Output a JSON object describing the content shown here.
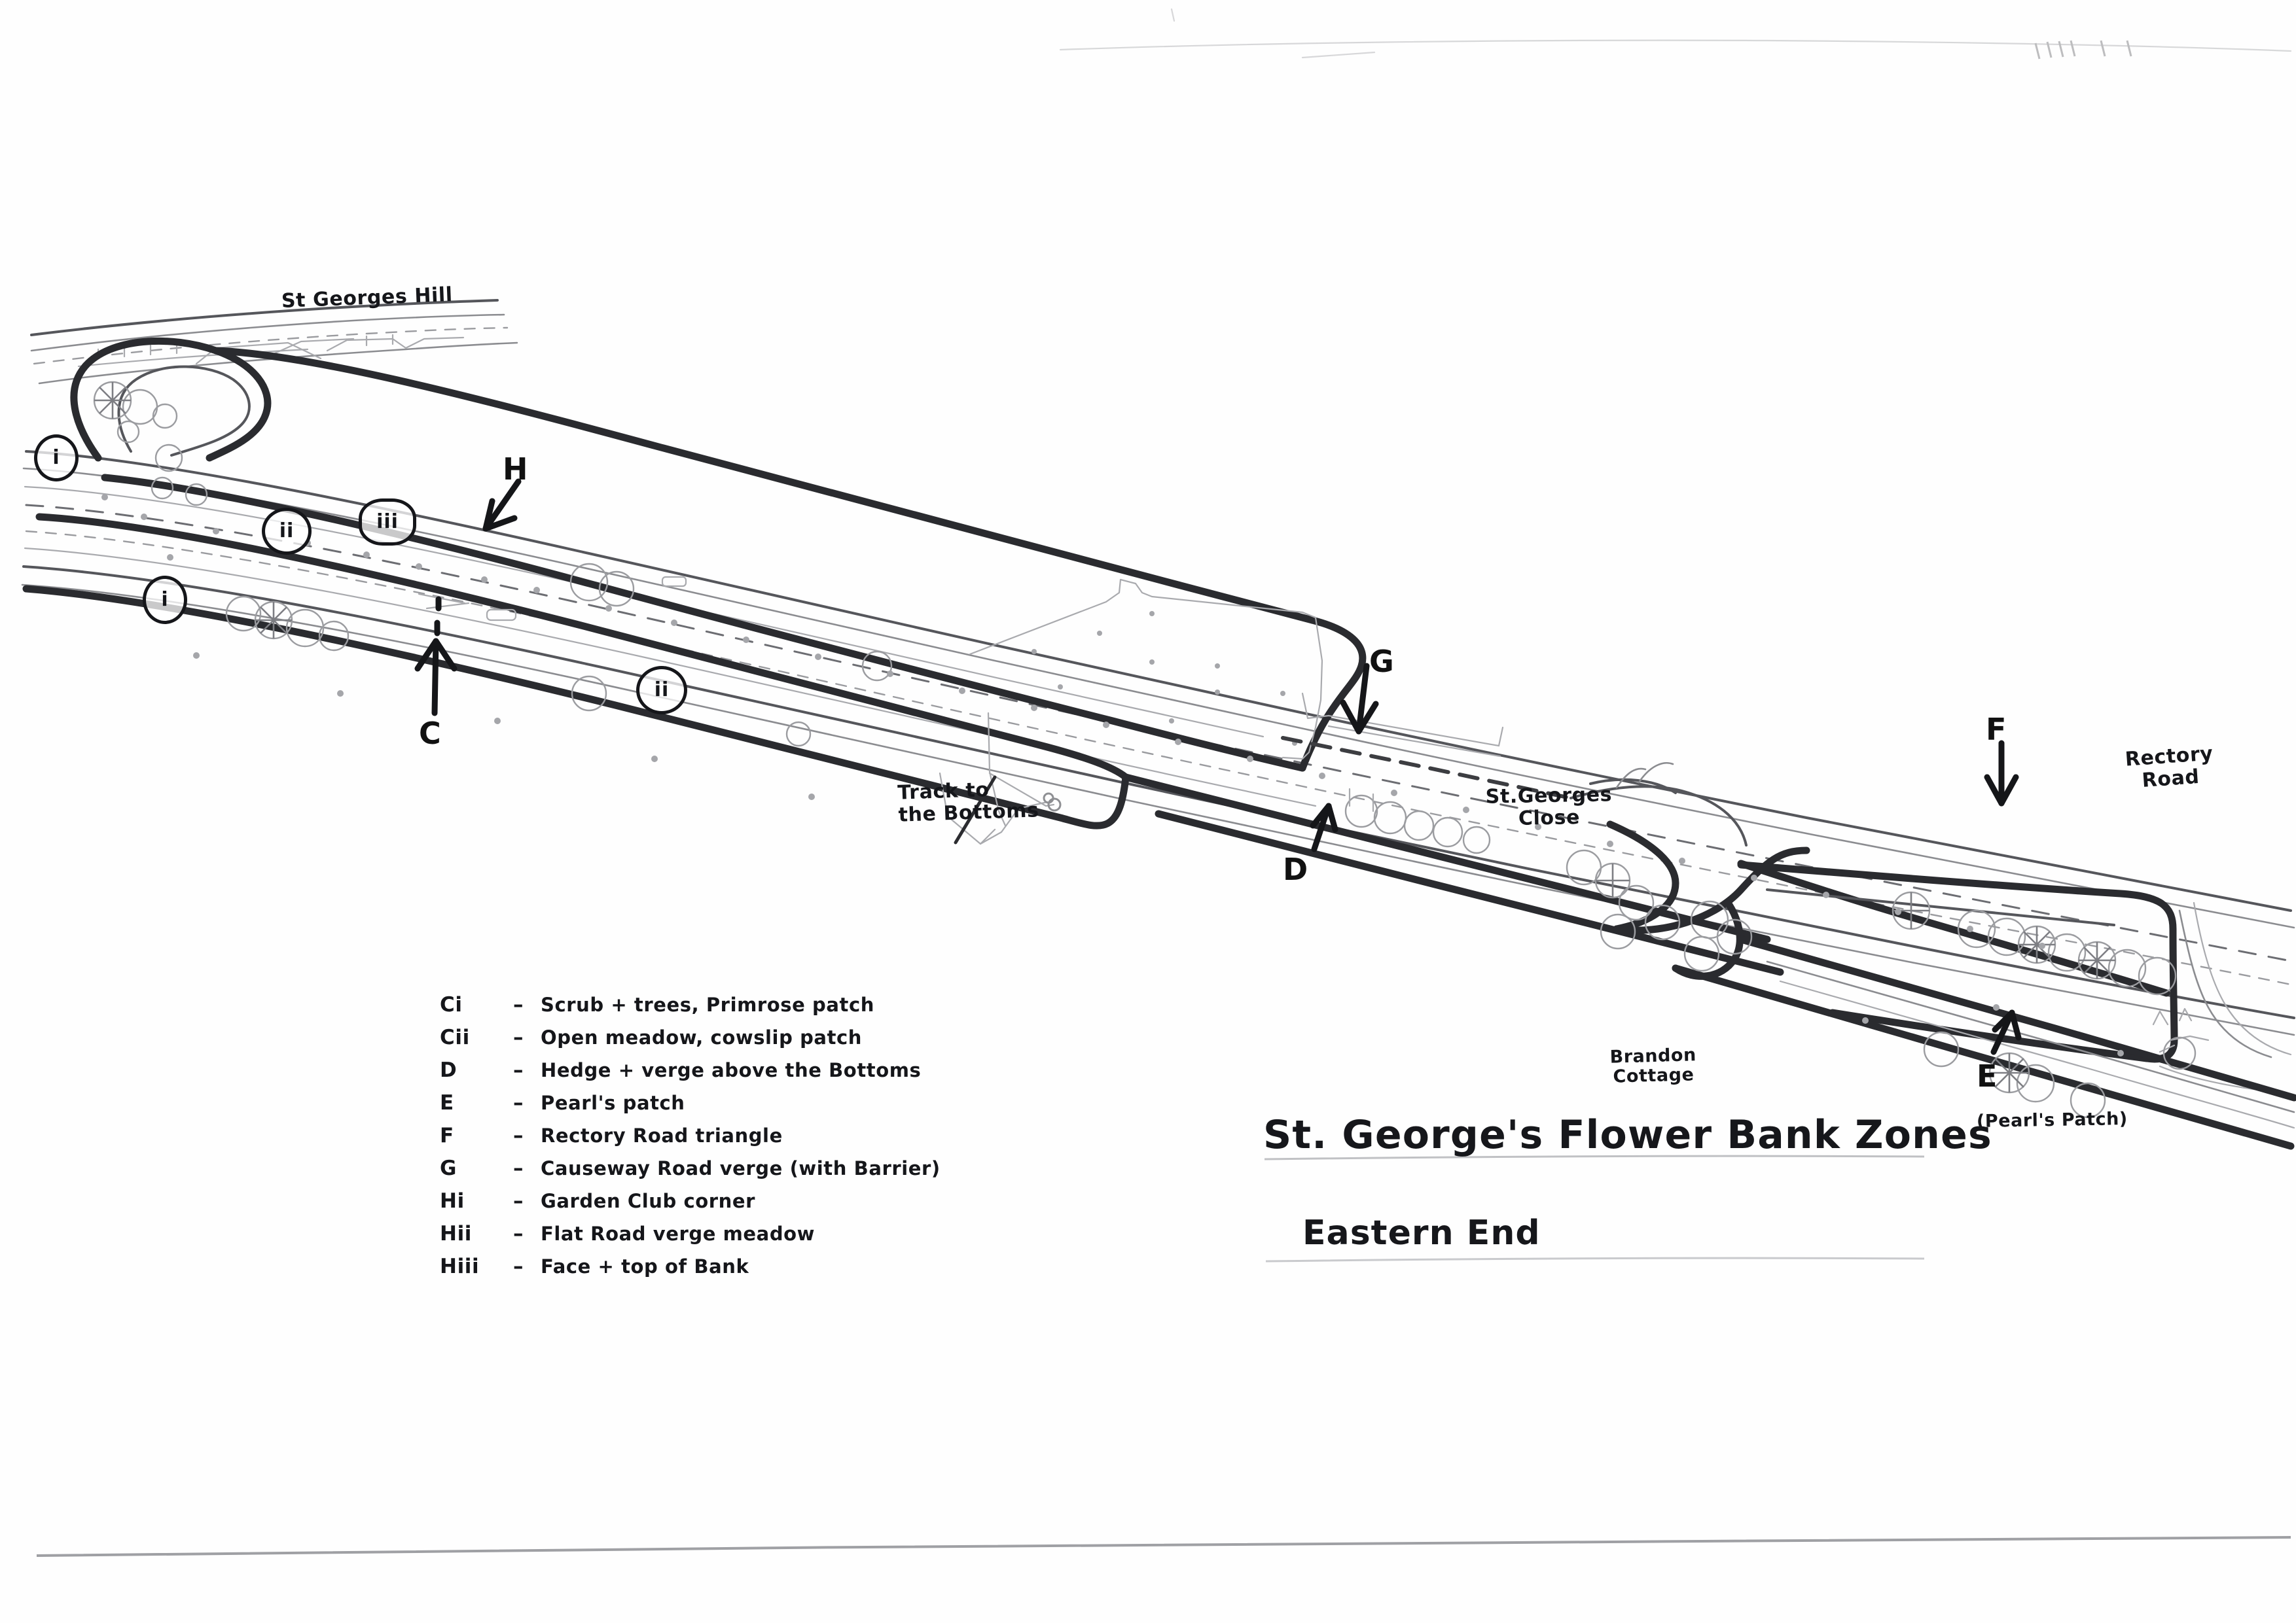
{
  "document": {
    "title_main": "St. George's Flower Bank Zones",
    "title_sub": "Eastern End"
  },
  "map": {
    "place_labels": [
      {
        "id": "st-georges-hill",
        "text": "St Georges Hill"
      },
      {
        "id": "st-georges-close",
        "line1": "St.Georges",
        "line2": "Close"
      },
      {
        "id": "brandon-cottage",
        "line1": "Brandon",
        "line2": "Cottage"
      },
      {
        "id": "rectory-road",
        "line1": "Rectory",
        "line2": "Road"
      },
      {
        "id": "track-to-the-bottoms",
        "line1": "Track to",
        "line2": "the Bottoms"
      },
      {
        "id": "pearls-patch-note",
        "text": "(Pearl's Patch)"
      }
    ],
    "zone_letters": [
      {
        "id": "zone-H",
        "label": "H"
      },
      {
        "id": "zone-C",
        "label": "C"
      },
      {
        "id": "zone-G",
        "label": "G"
      },
      {
        "id": "zone-D",
        "label": "D"
      },
      {
        "id": "zone-F",
        "label": "F"
      },
      {
        "id": "zone-E",
        "label": "E"
      }
    ],
    "circled_markers": [
      {
        "id": "marker-Hi",
        "label": "i"
      },
      {
        "id": "marker-Hii",
        "label": "ii"
      },
      {
        "id": "marker-Hiii",
        "label": "iii"
      },
      {
        "id": "marker-Ci",
        "label": "i"
      },
      {
        "id": "marker-Cii",
        "label": "ii"
      }
    ]
  },
  "legend": {
    "rows": [
      {
        "key": "Ci",
        "dash": "–",
        "text": "Scrub + trees, Primrose patch"
      },
      {
        "key": "Cii",
        "dash": "–",
        "text": "Open meadow, cowslip patch"
      },
      {
        "key": "D",
        "dash": "–",
        "text": "Hedge + verge above the Bottoms"
      },
      {
        "key": "E",
        "dash": "–",
        "text": "Pearl's patch"
      },
      {
        "key": "F",
        "dash": "–",
        "text": "Rectory Road triangle"
      },
      {
        "key": "G",
        "dash": "–",
        "text": "Causeway Road verge (with Barrier)"
      },
      {
        "key": "Hi",
        "dash": "–",
        "text": "Garden Club corner"
      },
      {
        "key": "Hii",
        "dash": "–",
        "text": "Flat Road verge meadow"
      },
      {
        "key": "Hiii",
        "dash": "–",
        "text": "Face + top of Bank"
      }
    ]
  },
  "colors": {
    "paper": "#ffffff",
    "ink": "#2b2c30",
    "ink_dark": "#15161a",
    "ink_light": "#9b9ca0"
  }
}
